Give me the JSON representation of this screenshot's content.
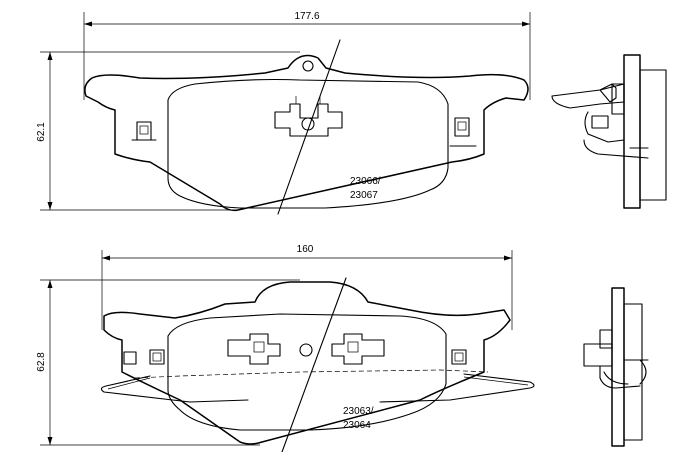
{
  "top_pad": {
    "width_dim": "177.6",
    "height_dim": "62.1",
    "part_numbers": [
      "23066/",
      "23067"
    ]
  },
  "bottom_pad": {
    "width_dim": "160",
    "height_dim": "62.8",
    "part_numbers": [
      "23063/",
      "23064"
    ]
  }
}
